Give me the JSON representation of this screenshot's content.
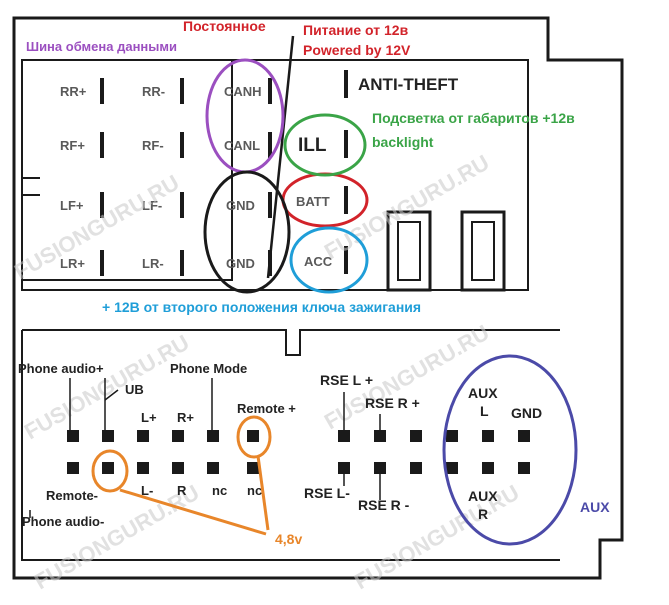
{
  "watermark": "FUSIONGURU.RU",
  "colors": {
    "red": "#d2232a",
    "purple": "#9b4fc0",
    "green": "#3aa447",
    "blue": "#1f9ed8",
    "navy": "#4b4aa8",
    "orange": "#e8862a",
    "ink": "#1a1a1a"
  },
  "annotations": {
    "postoyannoe": "Постоянное",
    "power_ru": "Питание от 12в",
    "power_en": "Powered by 12V",
    "bus_ru": "Шина обмена данными",
    "backlight_ru": "Подсветка от габаритов +12в",
    "backlight_en": "backlight",
    "ignition_ru": "+ 12В от второго положения ключа зажигания",
    "aux": "AUX",
    "voltage": "4,8v"
  },
  "power_connector": {
    "left_labels": [
      "RR+",
      "RF+",
      "LF+",
      "LR+"
    ],
    "mid_labels": [
      "RR-",
      "RF-",
      "LF-",
      "LR-"
    ],
    "right_labels": [
      "CANH",
      "CANL",
      "GND",
      "GND"
    ],
    "far_labels": [
      "ILL",
      "BATT",
      "ACC"
    ],
    "anti_theft": "ANTI-THEFT"
  },
  "phone_block": {
    "phone_audio_plus": "Phone audio+",
    "ub": "UB",
    "phone_mode": "Phone Mode",
    "remote_plus": "Remote +",
    "remote_minus": "Remote-",
    "phone_audio_minus": "Phone audio-",
    "top_pins": [
      "L+",
      "R+"
    ],
    "bottom_pins": [
      "L-",
      "R",
      "nc",
      "nc"
    ]
  },
  "rse_block": {
    "rse_l_plus": "RSE L +",
    "rse_r_plus": "RSE R +",
    "rse_l_minus": "RSE L-",
    "rse_r_minus": "RSE R -",
    "aux_l_a": "AUX",
    "aux_l_b": "L",
    "gnd": "GND",
    "aux_r_a": "AUX",
    "aux_r_b": "R"
  }
}
